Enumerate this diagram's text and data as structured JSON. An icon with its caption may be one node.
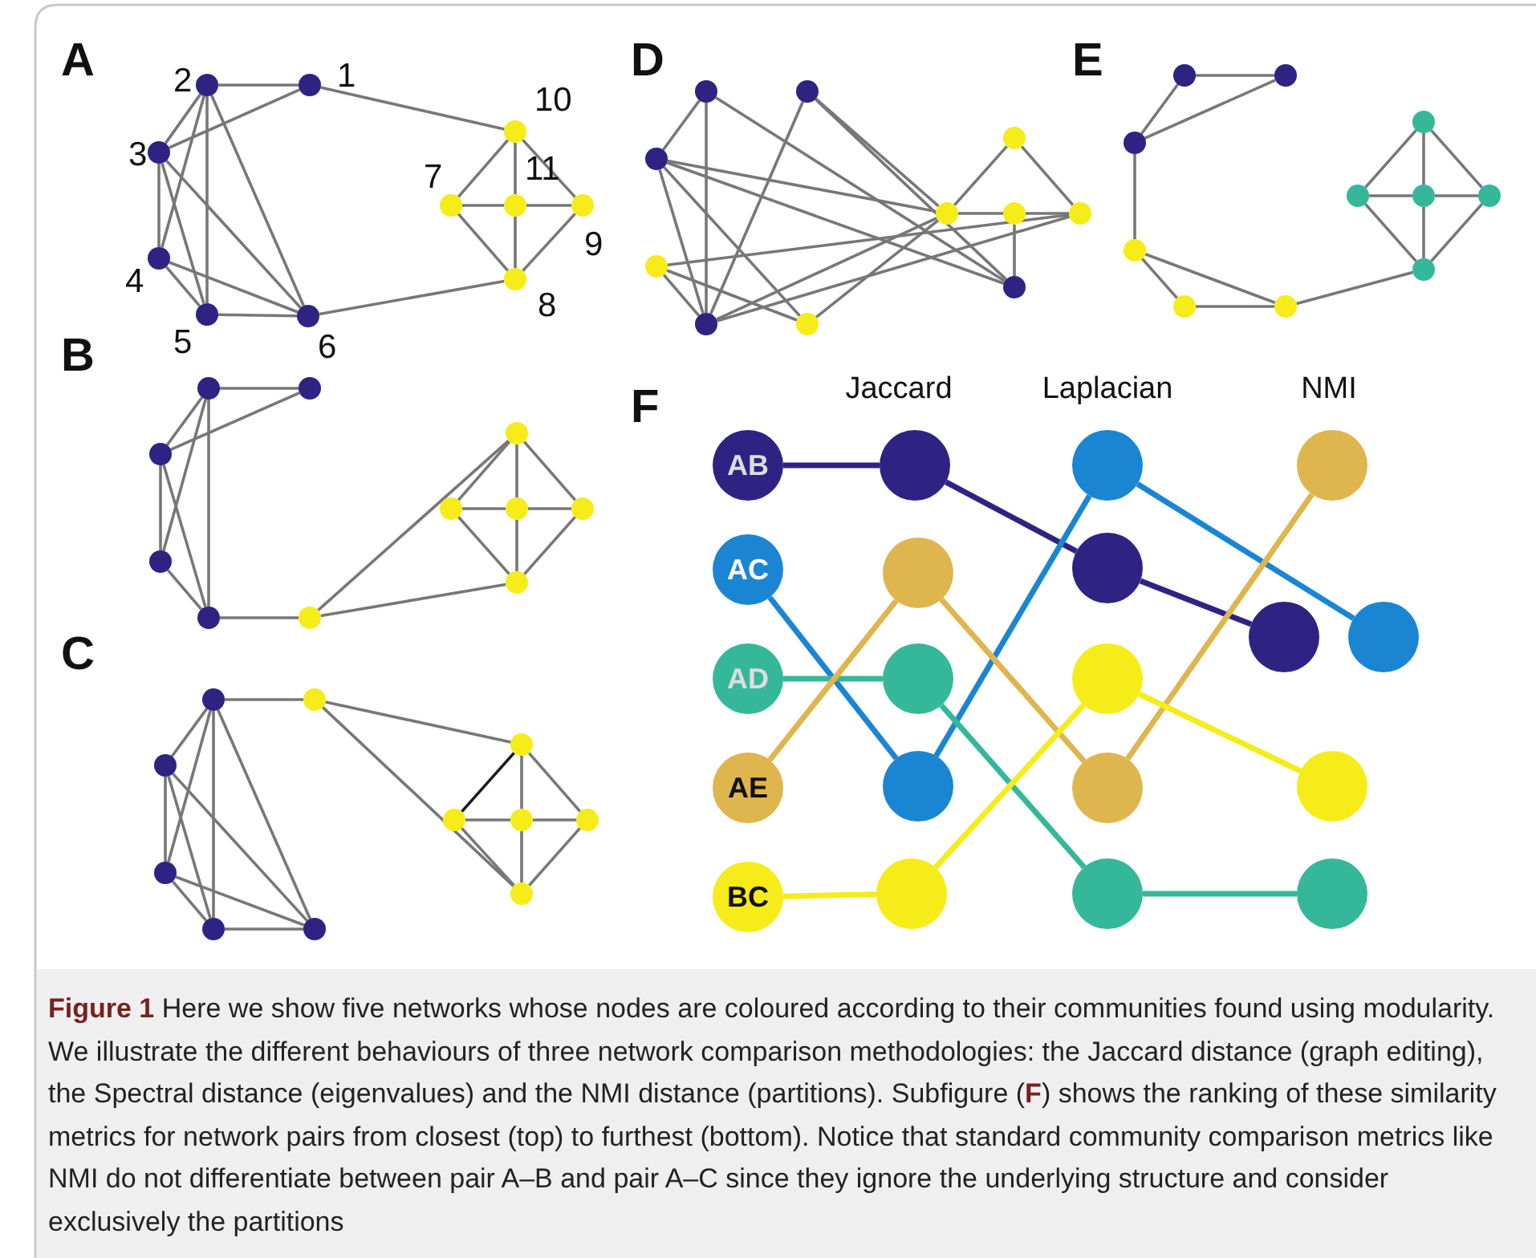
{
  "diagram": {
    "caption": "**Figure 1** Here we show five networks whose nodes are coloured according to their communities found using modularity. We illustrate the different behaviours of three network comparison methodologies: the Jaccard distance (graph editing), the Spectral distance (eigenvalues) and the NMI distance (partitions). Subfigure (**F**) shows the ranking of these similarity metrics for network pairs from closest (top) to furthest (bottom). Notice that standard community comparison metrics like NMI do not differentiate between pair A–B and pair A–C since they ignore the underlying structure and consider exclusively the partitions",
    "nodes": [
      {
        "text": [],
        "shape": "circle",
        "beside": [
          "1"
        ]
      },
      {
        "text": [],
        "shape": "circle",
        "beside": [
          "2"
        ]
      },
      {
        "text": [],
        "shape": "circle",
        "beside": [
          "3"
        ]
      },
      {
        "text": [],
        "shape": "circle",
        "beside": [
          "4"
        ]
      },
      {
        "text": [],
        "shape": "circle",
        "beside": [
          "5"
        ]
      },
      {
        "text": [],
        "shape": "circle",
        "beside": [
          "6"
        ]
      },
      {
        "text": [],
        "shape": "circle",
        "beside": [
          "7"
        ]
      },
      {
        "text": [],
        "shape": "circle",
        "beside": [
          "8"
        ]
      },
      {
        "text": [],
        "shape": "circle",
        "beside": [
          "9"
        ]
      },
      {
        "text": [],
        "shape": "circle",
        "beside": [
          "10"
        ]
      },
      {
        "text": [],
        "shape": "circle",
        "beside": [
          "11"
        ]
      },
      {
        "text": [],
        "shape": "circle"
      },
      {
        "text": [],
        "shape": "circle"
      },
      {
        "text": [],
        "shape": "circle"
      },
      {
        "text": [],
        "shape": "circle"
      },
      {
        "text": [],
        "shape": "circle"
      },
      {
        "text": [],
        "shape": "circle"
      },
      {
        "text": [],
        "shape": "circle"
      },
      {
        "text": [],
        "shape": "circle"
      },
      {
        "text": [],
        "shape": "circle"
      },
      {
        "text": [],
        "shape": "circle"
      },
      {
        "text": [],
        "shape": "circle"
      },
      {
        "text": [],
        "shape": "circle"
      },
      {
        "text": [],
        "shape": "circle"
      },
      {
        "text": [],
        "shape": "circle"
      },
      {
        "text": [],
        "shape": "circle"
      },
      {
        "text": [],
        "shape": "circle"
      },
      {
        "text": [],
        "shape": "circle"
      },
      {
        "text": [],
        "shape": "circle"
      },
      {
        "text": [],
        "shape": "circle"
      },
      {
        "text": [],
        "shape": "circle"
      },
      {
        "text": [],
        "shape": "circle"
      },
      {
        "text": [],
        "shape": "circle"
      },
      {
        "text": [],
        "shape": "circle"
      },
      {
        "text": [],
        "shape": "circle"
      },
      {
        "text": [],
        "shape": "circle"
      },
      {
        "text": [],
        "shape": "circle"
      },
      {
        "text": [],
        "shape": "circle"
      },
      {
        "text": [],
        "shape": "circle"
      },
      {
        "text": [],
        "shape": "circle"
      },
      {
        "text": [],
        "shape": "circle"
      },
      {
        "text": [],
        "shape": "circle"
      },
      {
        "text": [],
        "shape": "circle"
      },
      {
        "text": [],
        "shape": "circle"
      },
      {
        "text": [],
        "shape": "circle"
      },
      {
        "text": [],
        "shape": "circle"
      },
      {
        "text": [],
        "shape": "circle"
      },
      {
        "text": [],
        "shape": "circle"
      },
      {
        "text": [],
        "shape": "circle"
      },
      {
        "text": [],
        "shape": "circle"
      },
      {
        "text": [],
        "shape": "circle"
      },
      {
        "text": [],
        "shape": "circle"
      },
      {
        "text": [],
        "shape": "circle"
      },
      {
        "text": [],
        "shape": "circle"
      },
      {
        "text": [],
        "shape": "circle"
      },
      {
        "text": [
          "AB"
        ]
      },
      {
        "text": [
          "AC"
        ]
      },
      {
        "text": [
          "AD"
        ]
      },
      {
        "text": [
          "AE"
        ]
      },
      {
        "text": [
          "BC"
        ]
      },
      {
        "text": [],
        "shape": "circle"
      },
      {
        "text": [],
        "shape": "circle"
      },
      {
        "text": [],
        "shape": "circle"
      },
      {
        "text": [],
        "shape": "circle"
      },
      {
        "text": [],
        "shape": "circle"
      },
      {
        "text": [],
        "shape": "circle"
      },
      {
        "text": [],
        "shape": "circle"
      },
      {
        "text": [],
        "shape": "circle"
      },
      {
        "text": [],
        "shape": "circle"
      },
      {
        "text": [],
        "shape": "circle"
      },
      {
        "text": [],
        "shape": "circle"
      },
      {
        "text": [],
        "shape": "circle"
      },
      {
        "text": [],
        "shape": "circle"
      },
      {
        "text": [],
        "shape": "circle"
      },
      {
        "text": [],
        "shape": "circle"
      }
    ],
    "edges": [
      {
        "from": 1,
        "to": 0,
        "arrow": "none"
      },
      {
        "from": 0,
        "to": 9,
        "arrow": "none"
      },
      {
        "from": 1,
        "to": 2,
        "arrow": "none"
      },
      {
        "from": 1,
        "to": 3,
        "arrow": "none"
      },
      {
        "from": 1,
        "to": 4,
        "arrow": "none"
      },
      {
        "from": 1,
        "to": 5,
        "arrow": "none"
      },
      {
        "from": 2,
        "to": 0,
        "arrow": "none"
      },
      {
        "from": 2,
        "to": 3,
        "arrow": "none"
      },
      {
        "from": 2,
        "to": 4,
        "arrow": "none"
      },
      {
        "from": 2,
        "to": 5,
        "arrow": "none"
      },
      {
        "from": 3,
        "to": 4,
        "arrow": "none"
      },
      {
        "from": 3,
        "to": 5,
        "arrow": "none"
      },
      {
        "from": 4,
        "to": 5,
        "arrow": "none"
      },
      {
        "from": 5,
        "to": 7,
        "arrow": "none"
      },
      {
        "from": 9,
        "to": 6,
        "arrow": "none"
      },
      {
        "from": 9,
        "to": 10,
        "arrow": "none"
      },
      {
        "from": 9,
        "to": 8,
        "arrow": "none"
      },
      {
        "from": 6,
        "to": 10,
        "arrow": "none"
      },
      {
        "from": 10,
        "to": 8,
        "arrow": "none"
      },
      {
        "from": 6,
        "to": 7,
        "arrow": "none"
      },
      {
        "from": 10,
        "to": 7,
        "arrow": "none"
      },
      {
        "from": 8,
        "to": 7,
        "arrow": "none"
      },
      {
        "from": 11,
        "to": 12,
        "arrow": "none"
      },
      {
        "from": 11,
        "to": 13,
        "arrow": "none"
      },
      {
        "from": 11,
        "to": 14,
        "arrow": "none"
      },
      {
        "from": 11,
        "to": 15,
        "arrow": "none"
      },
      {
        "from": 13,
        "to": 12,
        "arrow": "none"
      },
      {
        "from": 13,
        "to": 14,
        "arrow": "none"
      },
      {
        "from": 13,
        "to": 15,
        "arrow": "none"
      },
      {
        "from": 14,
        "to": 15,
        "arrow": "none"
      },
      {
        "from": 15,
        "to": 16,
        "arrow": "none"
      },
      {
        "from": 16,
        "to": 17,
        "arrow": "none"
      },
      {
        "from": 16,
        "to": 21,
        "arrow": "none"
      },
      {
        "from": 17,
        "to": 18,
        "arrow": "none"
      },
      {
        "from": 17,
        "to": 19,
        "arrow": "none"
      },
      {
        "from": 17,
        "to": 20,
        "arrow": "none"
      },
      {
        "from": 18,
        "to": 19,
        "arrow": "none"
      },
      {
        "from": 19,
        "to": 20,
        "arrow": "none"
      },
      {
        "from": 18,
        "to": 21,
        "arrow": "none"
      },
      {
        "from": 19,
        "to": 21,
        "arrow": "none"
      },
      {
        "from": 20,
        "to": 21,
        "arrow": "none"
      },
      {
        "from": 22,
        "to": 23,
        "arrow": "none"
      },
      {
        "from": 23,
        "to": 28,
        "arrow": "none"
      },
      {
        "from": 23,
        "to": 32,
        "arrow": "none"
      },
      {
        "from": 22,
        "to": 24,
        "arrow": "none"
      },
      {
        "from": 22,
        "to": 25,
        "arrow": "none"
      },
      {
        "from": 22,
        "to": 26,
        "arrow": "none"
      },
      {
        "from": 22,
        "to": 27,
        "arrow": "none"
      },
      {
        "from": 24,
        "to": 25,
        "arrow": "none"
      },
      {
        "from": 24,
        "to": 26,
        "arrow": "none"
      },
      {
        "from": 24,
        "to": 27,
        "arrow": "none"
      },
      {
        "from": 25,
        "to": 26,
        "arrow": "none"
      },
      {
        "from": 25,
        "to": 27,
        "arrow": "none"
      },
      {
        "from": 26,
        "to": 27,
        "arrow": "none"
      },
      {
        "from": 28,
        "to": 29,
        "arrow": "none",
        "color": "#1a1a1a"
      },
      {
        "from": 28,
        "to": 30,
        "arrow": "none"
      },
      {
        "from": 28,
        "to": 31,
        "arrow": "none"
      },
      {
        "from": 29,
        "to": 30,
        "arrow": "none"
      },
      {
        "from": 30,
        "to": 31,
        "arrow": "none"
      },
      {
        "from": 29,
        "to": 32,
        "arrow": "none"
      },
      {
        "from": 30,
        "to": 32,
        "arrow": "none"
      },
      {
        "from": 31,
        "to": 32,
        "arrow": "none"
      },
      {
        "from": 33,
        "to": 35,
        "arrow": "none"
      },
      {
        "from": 33,
        "to": 42,
        "arrow": "none"
      },
      {
        "from": 33,
        "to": 41,
        "arrow": "none"
      },
      {
        "from": 34,
        "to": 42,
        "arrow": "none"
      },
      {
        "from": 34,
        "to": 37,
        "arrow": "none"
      },
      {
        "from": 34,
        "to": 41,
        "arrow": "none"
      },
      {
        "from": 35,
        "to": 37,
        "arrow": "none"
      },
      {
        "from": 35,
        "to": 41,
        "arrow": "none"
      },
      {
        "from": 35,
        "to": 42,
        "arrow": "none"
      },
      {
        "from": 35,
        "to": 43,
        "arrow": "none"
      },
      {
        "from": 40,
        "to": 42,
        "arrow": "none"
      },
      {
        "from": 40,
        "to": 43,
        "arrow": "none"
      },
      {
        "from": 40,
        "to": 39,
        "arrow": "none"
      },
      {
        "from": 42,
        "to": 37,
        "arrow": "none"
      },
      {
        "from": 42,
        "to": 39,
        "arrow": "none"
      },
      {
        "from": 43,
        "to": 37,
        "arrow": "none"
      },
      {
        "from": 37,
        "to": 36,
        "arrow": "none"
      },
      {
        "from": 36,
        "to": 39,
        "arrow": "none"
      },
      {
        "from": 37,
        "to": 38,
        "arrow": "none"
      },
      {
        "from": 38,
        "to": 39,
        "arrow": "none"
      },
      {
        "from": 38,
        "to": 41,
        "arrow": "none"
      },
      {
        "from": 44,
        "to": 45,
        "arrow": "none"
      },
      {
        "from": 44,
        "to": 46,
        "arrow": "none"
      },
      {
        "from": 46,
        "to": 45,
        "arrow": "none"
      },
      {
        "from": 46,
        "to": 47,
        "arrow": "none"
      },
      {
        "from": 47,
        "to": 48,
        "arrow": "none"
      },
      {
        "from": 47,
        "to": 49,
        "arrow": "none"
      },
      {
        "from": 48,
        "to": 49,
        "arrow": "none"
      },
      {
        "from": 49,
        "to": 54,
        "arrow": "none"
      },
      {
        "from": 50,
        "to": 51,
        "arrow": "none"
      },
      {
        "from": 50,
        "to": 52,
        "arrow": "none"
      },
      {
        "from": 50,
        "to": 53,
        "arrow": "none"
      },
      {
        "from": 51,
        "to": 52,
        "arrow": "none"
      },
      {
        "from": 52,
        "to": 53,
        "arrow": "none"
      },
      {
        "from": 51,
        "to": 54,
        "arrow": "none"
      },
      {
        "from": 52,
        "to": 54,
        "arrow": "none"
      },
      {
        "from": 53,
        "to": 54,
        "arrow": "none"
      },
      {
        "from": 55,
        "to": 60,
        "arrow": "none",
        "style": "thick",
        "color": "#2e2383"
      },
      {
        "from": 60,
        "to": 66,
        "arrow": "none",
        "style": "thick",
        "color": "#2e2383"
      },
      {
        "from": 66,
        "to": 71,
        "arrow": "none",
        "style": "thick",
        "color": "#2e2383"
      },
      {
        "from": 56,
        "to": 63,
        "arrow": "none",
        "style": "thick",
        "color": "#1a86d3"
      },
      {
        "from": 63,
        "to": 65,
        "arrow": "none",
        "style": "thick",
        "color": "#1a86d3"
      },
      {
        "from": 65,
        "to": 72,
        "arrow": "none",
        "style": "thick",
        "color": "#1a86d3"
      },
      {
        "from": 57,
        "to": 62,
        "arrow": "none",
        "style": "thick",
        "color": "#35b89a"
      },
      {
        "from": 62,
        "to": 69,
        "arrow": "none",
        "style": "thick",
        "color": "#35b89a"
      },
      {
        "from": 69,
        "to": 74,
        "arrow": "none",
        "style": "thick",
        "color": "#35b89a"
      },
      {
        "from": 58,
        "to": 61,
        "arrow": "none",
        "style": "thick",
        "color": "#dfb54d"
      },
      {
        "from": 61,
        "to": 68,
        "arrow": "none",
        "style": "thick",
        "color": "#dfb54d"
      },
      {
        "from": 68,
        "to": 70,
        "arrow": "none",
        "style": "thick",
        "color": "#dfb54d"
      },
      {
        "from": 59,
        "to": 64,
        "arrow": "none",
        "style": "thick",
        "color": "#f5ec1a"
      },
      {
        "from": 64,
        "to": 67,
        "arrow": "none",
        "style": "thick",
        "color": "#f5ec1a"
      },
      {
        "from": 67,
        "to": 73,
        "arrow": "none",
        "style": "thick",
        "color": "#f5ec1a"
      }
    ],
    "labels": [
      "A",
      "B",
      "C",
      "D",
      "E",
      "F",
      "Jaccard",
      "Laplacian",
      "NMI"
    ]
  }
}
